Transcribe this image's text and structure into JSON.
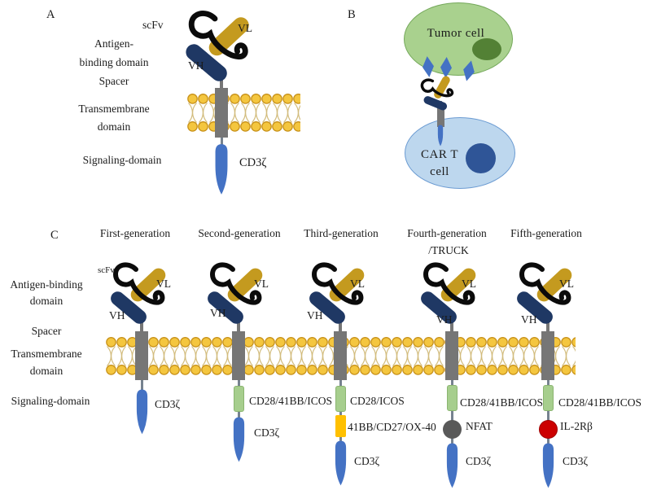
{
  "panelA": {
    "label": "A",
    "scfv_label": "scFv",
    "left_labels": {
      "antigen1": "Antigen-",
      "antigen2": "binding domain",
      "spacer": "Spacer",
      "transmembrane1": "Transmembrane",
      "transmembrane2": "domain",
      "signaling": "Signaling-domain"
    },
    "vh": "VH",
    "vl": "VL",
    "cd3z": "CD3ζ"
  },
  "panelB": {
    "label": "B",
    "tumor_cell": "Tumor cell",
    "car_t_line1": "CAR T",
    "car_t_line2": "cell"
  },
  "panelC": {
    "label": "C",
    "scfv_label": "scFv",
    "left_labels": {
      "antigen1": "Antigen-binding",
      "antigen2": "domain",
      "spacer": "Spacer",
      "transmembrane1": "Transmembrane",
      "transmembrane2": "domain",
      "signaling": "Signaling-domain"
    },
    "generations": [
      {
        "title": "First-generation",
        "vh": "VH",
        "vl": "VL",
        "signals": [
          {
            "type": "cd3-zeta",
            "label": "CD3ζ"
          }
        ]
      },
      {
        "title": "Second-generation",
        "vh": "VH",
        "vl": "VL",
        "signals": [
          {
            "type": "costimulatory-domain",
            "label": "CD28/41BB/ICOS"
          },
          {
            "type": "cd3-zeta",
            "label": "CD3ζ"
          }
        ]
      },
      {
        "title": "Third-generation",
        "vh": "VH",
        "vl": "VL",
        "signals": [
          {
            "type": "costimulatory-domain",
            "label": "CD28/ICOS"
          },
          {
            "type": "costimulatory-domain-2",
            "label": "41BB/CD27/OX-40"
          },
          {
            "type": "cd3-zeta",
            "label": "CD3ζ"
          }
        ]
      },
      {
        "title": "Fourth-generation",
        "title2": "/TRUCK",
        "vh": "VH",
        "vl": "VL",
        "signals": [
          {
            "type": "costimulatory-domain",
            "label": "CD28/41BB/ICOS"
          },
          {
            "type": "inducible-factor",
            "label": "NFAT"
          },
          {
            "type": "cd3-zeta",
            "label": "CD3ζ"
          }
        ]
      },
      {
        "title": "Fifth-generation",
        "vh": "VH",
        "vl": "VL",
        "signals": [
          {
            "type": "costimulatory-domain",
            "label": "CD28/41BB/ICOS"
          },
          {
            "type": "cytokine-receptor",
            "label": "IL-2Rβ"
          },
          {
            "type": "cd3-zeta",
            "label": "CD3ζ"
          }
        ]
      }
    ]
  },
  "colors": {
    "vh_navy": "#1F3864",
    "vl_gold": "#C49A1F",
    "linker_black": "#0b0b0b",
    "stem_gray": "#767676",
    "membrane_head": "#F4C63F",
    "membrane_head_outline": "#C8921A",
    "membrane_tail": "#D2BC7D",
    "cd3z_blue": "#4472C4",
    "costim_green": "#A6CE8D",
    "costim_orange": "#FFC000",
    "nfat_gray": "#595959",
    "il2rb_red": "#CC0000",
    "tumor_cell_green": "#A9D18E",
    "tumor_nucleus_green": "#538135",
    "antigen_diamond_blue": "#4472C4",
    "car_t_cell_blue": "#BDD7EE",
    "car_t_nucleus_blue": "#2F5597"
  }
}
